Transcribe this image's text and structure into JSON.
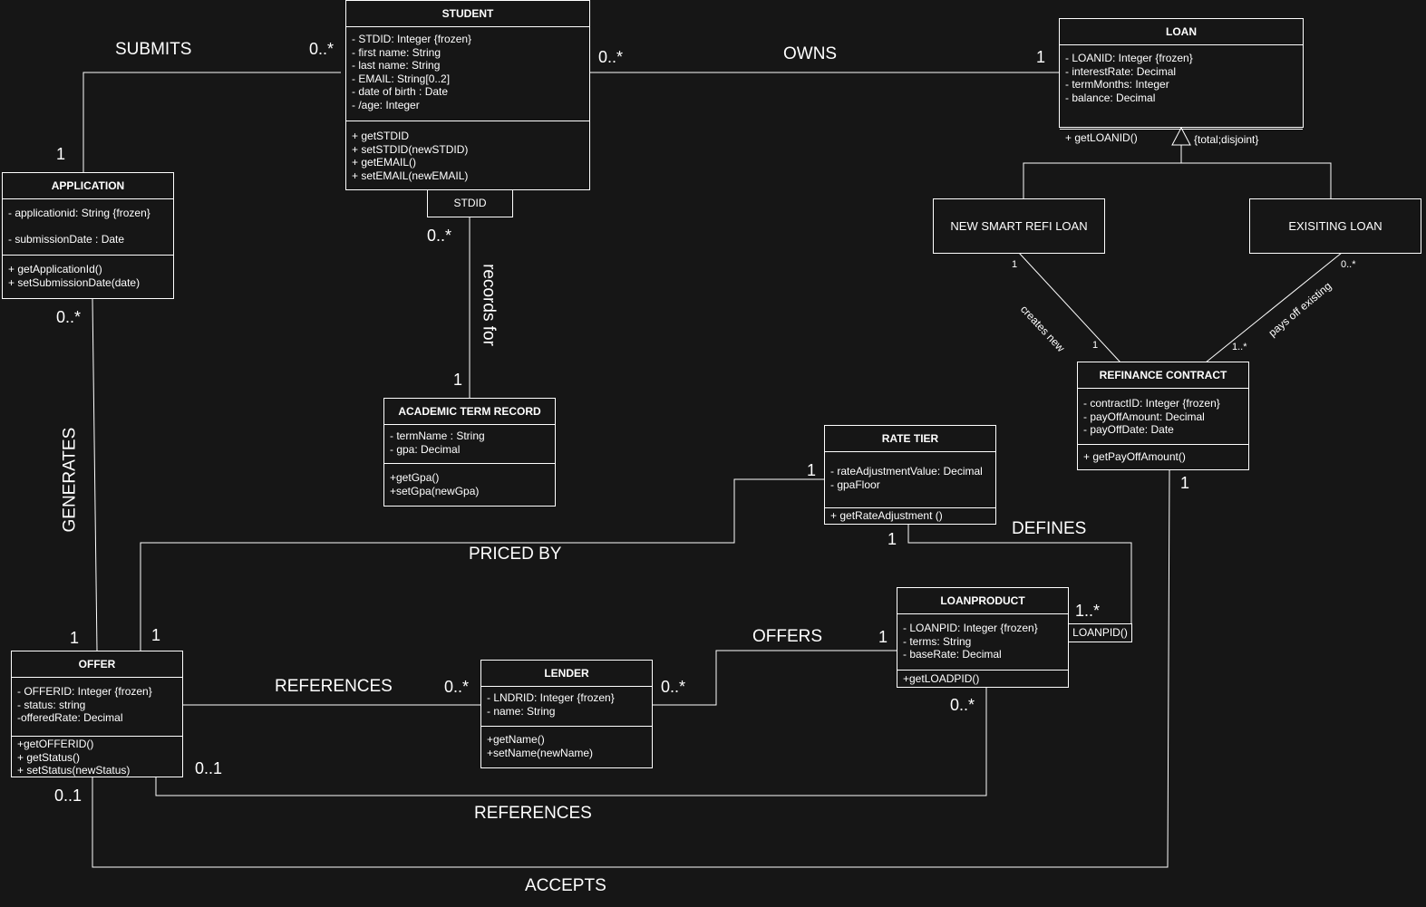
{
  "classes": {
    "student": {
      "name": "STUDENT",
      "attributes": [
        "- STDID: Integer {frozen}",
        "- first name: String",
        "- last name: String",
        "- EMAIL: String[0..2]",
        "- date of birth : Date",
        "- /age: Integer"
      ],
      "operations": [
        "+ getSTDID",
        "+ setSTDID(newSTDID)",
        "+ getEMAIL()",
        "+ setEMAIL(newEMAIL)"
      ],
      "qualifier": "STDID"
    },
    "loan": {
      "name": "LOAN",
      "attributes": [
        "- LOANID: Integer {frozen}",
        "- interestRate: Decimal",
        "- termMonths: Integer",
        "- balance: Decimal"
      ],
      "operations": [
        "+ getLOANID()"
      ]
    },
    "application": {
      "name": "APPLICATION",
      "attributes": [
        "- applicationid: String {frozen}",
        "",
        "- submissionDate : Date"
      ],
      "operations": [
        "+ getApplicationId()",
        "+ setSubmissionDate(date)"
      ]
    },
    "academic_term_record": {
      "name": "ACADEMIC TERM RECORD",
      "attributes": [
        "- termName : String",
        "- gpa: Decimal"
      ],
      "operations": [
        "+getGpa()",
        "+setGpa(newGpa)"
      ]
    },
    "rate_tier": {
      "name": "RATE TIER",
      "attributes": [
        "- rateAdjustmentValue: Decimal",
        "- gpaFloor"
      ],
      "operations": [
        "+ getRateAdjustment ()"
      ]
    },
    "refinance_contract": {
      "name": "REFINANCE CONTRACT",
      "attributes": [
        "- contractID: Integer {frozen}",
        "- payOffAmount: Decimal",
        "- payOffDate: Date"
      ],
      "operations": [
        "+ getPayOffAmount()"
      ]
    },
    "loanproduct": {
      "name": "LOANPRODUCT",
      "attributes": [
        "- LOANPID: Integer {frozen}",
        "- terms: String",
        "- baseRate: Decimal"
      ],
      "operations": [
        "+getLOADPID()"
      ],
      "qualifier": "LOANPID()"
    },
    "offer": {
      "name": "OFFER",
      "attributes": [
        "- OFFERID: Integer {frozen}",
        "- status: string",
        "-offeredRate: Decimal"
      ],
      "operations": [
        "+getOFFERID()",
        "+ getStatus()",
        "+ setStatus(newStatus)"
      ]
    },
    "lender": {
      "name": "LENDER",
      "attributes": [
        "- LNDRID: Integer {frozen}",
        "- name: String"
      ],
      "operations": [
        "+getName()",
        "+setName(newName)"
      ]
    },
    "new_smart_refi_loan": {
      "name": "NEW SMART REFI LOAN"
    },
    "existing_loan": {
      "name": "EXISITING LOAN"
    }
  },
  "generalization": {
    "constraint": "{total;disjoint}"
  },
  "associations": {
    "submits": {
      "label": "SUBMITS",
      "mult_student": "0..*",
      "mult_application": "1"
    },
    "owns": {
      "label": "OWNS",
      "mult_student": "0..*",
      "mult_loan": "1"
    },
    "records_for": {
      "label": "records for",
      "mult_student": "0..*",
      "mult_record": "1"
    },
    "generates": {
      "label": "GENERATES",
      "mult_application": "0..*",
      "mult_offer": "1"
    },
    "priced_by": {
      "label": "PRICED BY",
      "mult_offer": "1",
      "mult_rate_tier": "1"
    },
    "defines": {
      "label": "DEFINES",
      "mult_rate_tier": "1",
      "mult_loanproduct": "1..*"
    },
    "offers": {
      "label": "OFFERS",
      "mult_lender": "0..*",
      "mult_loanproduct": "1"
    },
    "references_lender": {
      "label": "REFERENCES",
      "mult_lender": "0..*"
    },
    "references_product": {
      "label": "REFERENCES",
      "mult_offer": "0..1",
      "mult_loanproduct": "0..*"
    },
    "accepts": {
      "label": "ACCEPTS",
      "mult_offer": "0..1",
      "mult_contract": "1"
    },
    "creates_new": {
      "label": "creates new",
      "mult_new_loan": "1",
      "mult_contract": "1"
    },
    "pays_off_existing": {
      "label": "pays off existing",
      "mult_existing_loan": "0..*",
      "mult_contract": "1..*"
    }
  },
  "colors": {
    "background": "#161616",
    "stroke": "#ffffff"
  }
}
